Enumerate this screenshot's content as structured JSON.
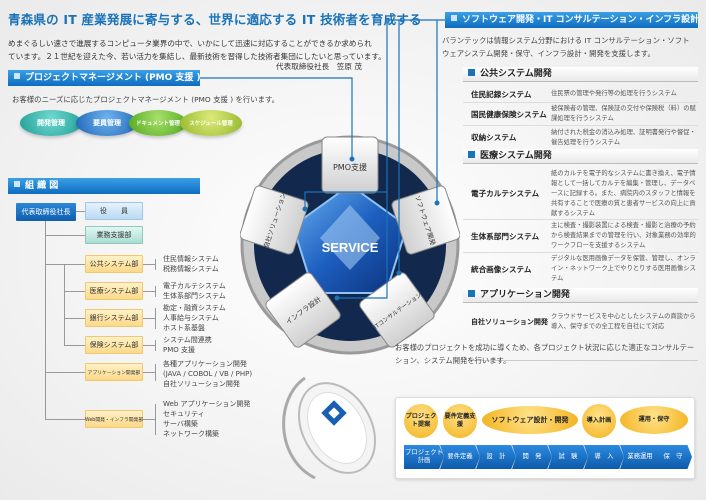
{
  "title": "青森県の IT 産業発展に寄与する、世界に適応する IT 技術者を育成する",
  "intro": {
    "line1": "めまぐるしい速さで進展するコンピュータ業界の中で、いかにして迅速に対応することができるか求められ",
    "line2": "ています。２１世紀を迎えた今、若い活力を集結し、最新技術を習得した技術者集団にしたいと思っています。",
    "signature": "代表取締役社長　笠原 茂"
  },
  "pmo": {
    "header": "プロジェクトマネージメント (PMO 支援 )",
    "desc": "お客様のニーズに応じたプロジェクトマネージメント (PMO 支援 ) を行います。",
    "pills": [
      "開発管理",
      "要員管理",
      "ドキュメント管理",
      "スケジュール管理"
    ]
  },
  "org": {
    "header": "組 織 図",
    "ceo": "代表取締役社長",
    "board": "役　　員",
    "support": "業務支援部",
    "depts": [
      {
        "name": "公共システム部",
        "items": [
          "住民情報システム",
          "税務情報システム"
        ]
      },
      {
        "name": "医療システム部",
        "items": [
          "電子カルテシステム",
          "生体系部門システム"
        ]
      },
      {
        "name": "銀行システム部",
        "items": [
          "勘定・融資システム",
          "人事給与システム",
          "ホスト系基盤"
        ]
      },
      {
        "name": "保険システム部",
        "items": [
          "システム間連携",
          "PMO 支援"
        ]
      },
      {
        "name": "アプリケーション開発部",
        "items": [
          "各種アプリケーション開発",
          "(JAVA / COBOL / VB / PHP)",
          "自社ソリューション開発"
        ]
      },
      {
        "name": "Web開発・インフラ開発部",
        "items": [
          "Web アプリケーション開発",
          "セキュリティ",
          "サーバ構築",
          "ネットワーク構築"
        ]
      }
    ]
  },
  "service": {
    "center": "SERVICE",
    "keys": [
      "PMO支援",
      "自社ソリューション",
      "ソフトウェア開発",
      "インフラ設計",
      "ITコンサルテーション"
    ]
  },
  "software": {
    "header": "ソフトウェア開発・IT コンサルテーション・インフラ設計",
    "desc1": "バランテックは情報システム分野における IT コンサルテーション・ソフト",
    "desc2": "ウェアシステム開発・保守、インフラ設計・開発を支援します。",
    "sections": [
      {
        "title": "公共システム開発",
        "rows": [
          {
            "name": "住民記録システム",
            "desc": "住民票の管理や発行等の処理を行うシステム"
          },
          {
            "name": "国民健康保険システム",
            "desc": "被保険者の管理、保険証の交付や保険税（料）の賦課処理を行うシステム"
          },
          {
            "name": "収納システム",
            "desc": "納付された税金の消込み処理、証明書発行や督促・催告処理を行うシステム"
          }
        ]
      },
      {
        "title": "医療システム開発",
        "rows": [
          {
            "name": "電子カルテシステム",
            "desc": "紙のカルテを電子的なシステムに書き換え、電子情報として一括してカルテを編集・管理し、データベースに記録する。また、病院内のスタッフと情報を共有することで医療の質と患者サービスの向上に貢献するシステム"
          },
          {
            "name": "生体系部門システム",
            "desc": "主に検査・撮影装置による検査・撮影と治療の予約から検査結果までの管理を行い、対象業務の効率的ワークフローを支援するシステム"
          },
          {
            "name": "統合画像システム",
            "desc": "デジタルな医用画像データを保管、管理し、オンライン・ネットワーク上でやりとりする医用画像システム"
          }
        ]
      },
      {
        "title": "アプリケーション開発",
        "rows": [
          {
            "name": "自社ソリューション開発",
            "desc": "クラウドサービスを中心としたシステムの商談から導入、保守までの全工程を自社にて対応"
          }
        ]
      }
    ]
  },
  "consult": {
    "line1": "お客様のプロジェクトを成功に導くため、各プロジェクト状況に応じた適正なコンサルテー",
    "line2": "ション、システム開発を行います。",
    "bubbles": [
      "プロジェクト提案",
      "要件定義支援",
      "ソフトウェア設計・開発",
      "導入計画",
      "運用・保守"
    ],
    "steps": [
      "プロジェクト計画",
      "要件定義",
      "設　計",
      "開　発",
      "試　験",
      "導　入",
      "業務運用",
      "保　守"
    ]
  },
  "colors": {
    "accent": "#1a73b8",
    "pill1": "#2fb0a8",
    "pill2": "#2a78c8",
    "pill3": "#6cbf2a",
    "pill4": "#a8c832",
    "flow": "#0d5aaa",
    "bubble": "#f2b21c"
  }
}
